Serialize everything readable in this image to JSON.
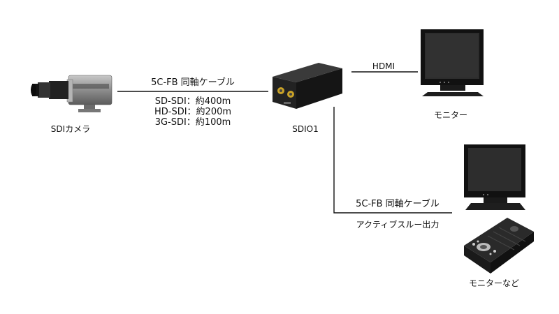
{
  "camera": {
    "label": "SDIカメラ",
    "icon": "camera-icon"
  },
  "converter": {
    "label": "SDIO1",
    "icon": "converter-icon"
  },
  "monitor_top": {
    "label": "モニター",
    "icon": "monitor-icon"
  },
  "monitor_bottom": {
    "label": "モニターなど",
    "icon": "monitor-recorder-icon"
  },
  "cable_main": {
    "title": "5C-FB 同軸ケーブル",
    "specs": [
      "SD-SDI：約400m",
      "HD-SDI：約200m",
      "3G-SDI：約100m"
    ]
  },
  "hdmi": {
    "label": "HDMI"
  },
  "cable_through": {
    "title": "5C-FB 同軸ケーブル",
    "subtitle": "アクティブスルー出力"
  },
  "colors": {
    "line": "#111111",
    "device_dark": "#1a1a1a",
    "screen": "#2b2b2b"
  }
}
